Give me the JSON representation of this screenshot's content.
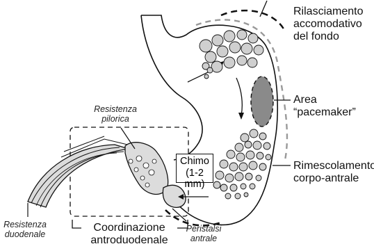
{
  "labels": {
    "fundus_line1": "Rilasciamento",
    "fundus_line2": "accomodativo",
    "fundus_line3": "del fondo",
    "pacemaker_line1": "Area",
    "pacemaker_line2": "“pacemaker”",
    "mixing_line1": "Rimescolamento",
    "mixing_line2": "corpo-antrale",
    "chyme_line1": "Chimo",
    "chyme_line2": "(1-2 mm)",
    "pyloric_line1": "Resistenza",
    "pyloric_line2": "pilorica",
    "duodenal_line1": "Resistenza",
    "duodenal_line2": "duodenale",
    "coordination_line1": "Coordinazione",
    "coordination_line2": "antroduodenale",
    "peristalsis_line1": "Peristalsi",
    "peristalsis_line2": "antrale"
  },
  "colors": {
    "outline": "#111111",
    "pacemaker_fill": "#8a8a8a",
    "particle_fill": "#cfcfcf",
    "fundus_arc": "#999999",
    "mucosa_fill": "#dcdcdc"
  }
}
